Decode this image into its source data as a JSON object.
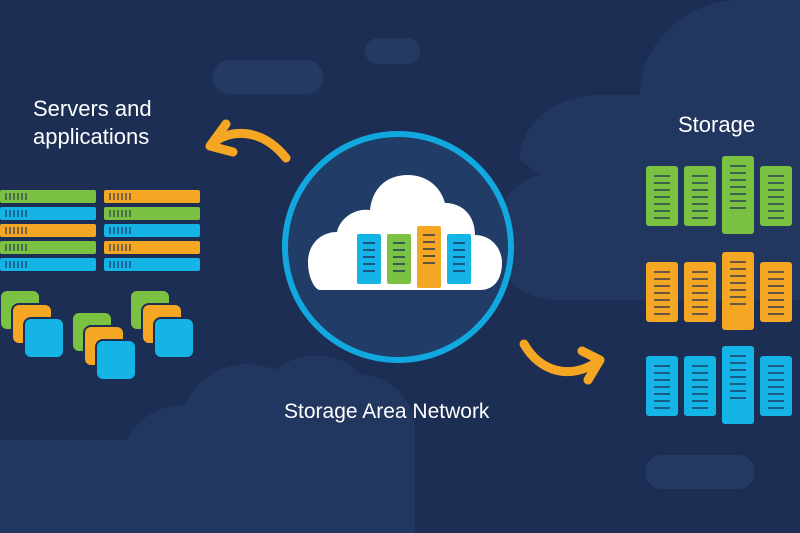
{
  "labels": {
    "servers_line1": "Servers and",
    "servers_line2": "applications",
    "storage": "Storage",
    "san": "Storage Area Network"
  },
  "colors": {
    "background": "#1c2e54",
    "cloud_shape": "#243a63",
    "ring": "#11a8e0",
    "circle_fill": "#213c66",
    "cloud": "#ffffff",
    "arrow": "#f5a623",
    "green": "#7cc242",
    "orange": "#f5a623",
    "blue": "#14b4e6",
    "dark_slot": "#1c2e54"
  },
  "icons": [
    "server-rack-icon",
    "cloud-icon",
    "storage-array-icon",
    "virtual-machine-icon",
    "arrow-icon"
  ],
  "server_racks": {
    "left_stack_colors": [
      "green",
      "blue",
      "orange",
      "green",
      "blue"
    ],
    "right_stack_colors": [
      "orange",
      "green",
      "blue",
      "orange",
      "blue"
    ]
  },
  "vm_groups": [
    [
      "green",
      "orange",
      "blue"
    ],
    [
      "green",
      "orange",
      "blue"
    ],
    [
      "green",
      "orange",
      "blue"
    ]
  ],
  "cloud_servers": [
    "blue",
    "green",
    "orange",
    "blue"
  ],
  "storage_rows": [
    {
      "color": "green",
      "units": 4
    },
    {
      "color": "orange",
      "units": 4
    },
    {
      "color": "blue",
      "units": 4
    }
  ]
}
